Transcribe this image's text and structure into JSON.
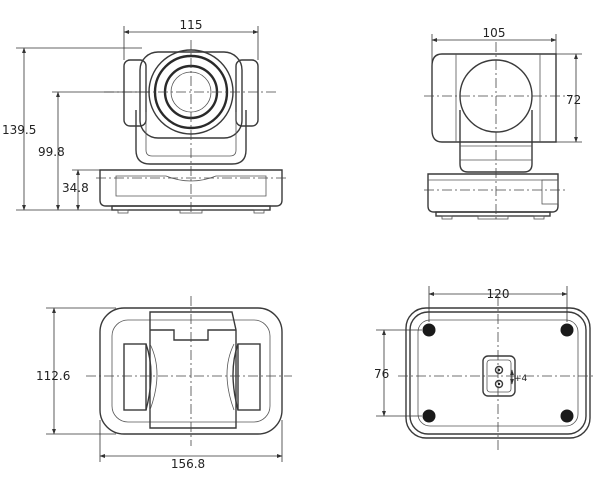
{
  "diagram": {
    "dimensions": {
      "front_width": "115",
      "front_height_total": "139.5",
      "front_height_lens": "99.8",
      "front_height_base": "34.8",
      "side_width": "105",
      "side_height_head": "72",
      "top_depth": "112.6",
      "top_width": "156.8",
      "bottom_hole_spacing_x": "120",
      "bottom_hole_spacing_y": "76",
      "mount_label": "+4"
    }
  }
}
